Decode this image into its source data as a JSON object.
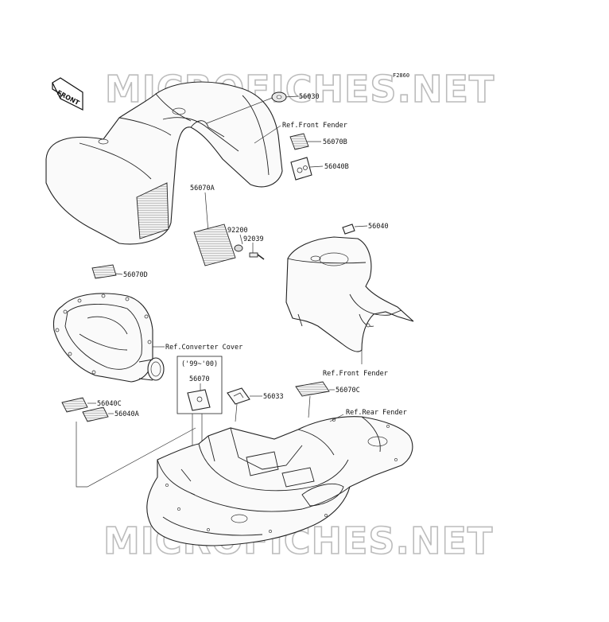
{
  "diagram_code": "F2860",
  "watermark": "MICROFICHES.NET",
  "front_arrow_label": "FRONT",
  "date_range_label": "('99~'00)",
  "callouts": {
    "p56030": "56030",
    "ref_front_fender_top": "Ref.Front Fender",
    "p56070B": "56070B",
    "p56040B": "56040B",
    "p56070A": "56070A",
    "p92200": "92200",
    "p92039": "92039",
    "p56040": "56040",
    "p56070D": "56070D",
    "ref_converter_cover": "Ref.Converter Cover",
    "ref_front_fender_mid": "Ref.Front Fender",
    "p56070": "56070",
    "p56033": "56033",
    "p56070C": "56070C",
    "ref_rear_fender": "Ref.Rear Fender",
    "p56040C": "56040C",
    "p56040A": "56040A"
  }
}
